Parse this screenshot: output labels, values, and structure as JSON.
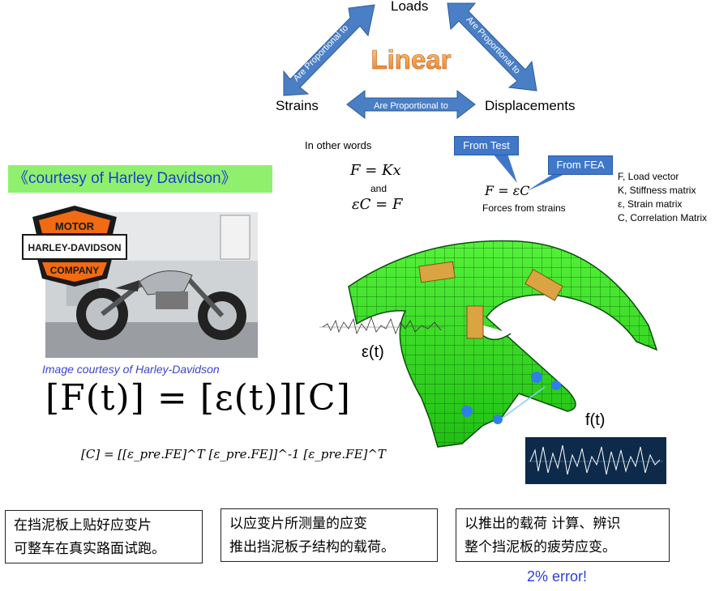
{
  "diagram": {
    "nodes": {
      "loads": "Loads",
      "strains": "Strains",
      "displacements": "Displacements",
      "center": "Linear"
    },
    "arrow_label": "Are Proportional to",
    "in_other_words": "In other words",
    "eq1": "F = Kx",
    "and": "and",
    "eq2": "εC = F",
    "callout_test": "From Test",
    "callout_fea": "From FEA",
    "eq3": "F = εC",
    "forces_from_strains": "Forces from strains",
    "legend": [
      "F, Load vector",
      "K, Stiffness matrix",
      "ε, Strain matrix",
      "C, Correlation Matrix"
    ]
  },
  "left_panel": {
    "banner": "《courtesy of Harley Davidson》",
    "logo_top": "MOTOR",
    "logo_middle": "HARLEY-DAVIDSON",
    "logo_bottom": "COMPANY",
    "image_caption": "Image courtesy of Harley-Davidson",
    "big_formula": "[F(t)] = [ε(t)][C]",
    "small_formula": "[C] = [[ε_pre.FE]^T [ε_pre.FE]]^-1 [ε_pre.FE]^T"
  },
  "fea": {
    "strain_label": "ε(t)",
    "force_label": "f(t)"
  },
  "boxes": [
    "在挡泥板上贴好应变片\n可整车在真实路面试跑。",
    "以应变片所测量的应变\n推出挡泥板子结构的载荷。",
    "以推出的载荷 计算、辨识\n整个挡泥板的疲劳应变。"
  ],
  "error_note": "2% error!",
  "colors": {
    "arrow": "#4a7fc5",
    "banner": "#8ff06e",
    "fender": "#33e01c",
    "linear": "#f08a2c",
    "error": "#2a3fd6"
  }
}
